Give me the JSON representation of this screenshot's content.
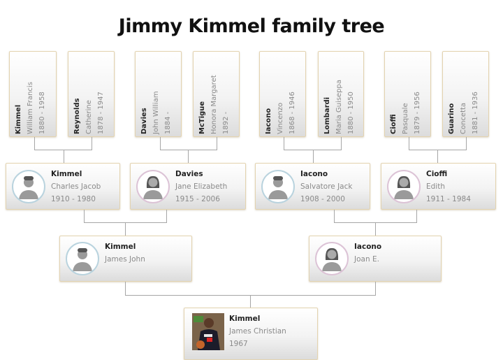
{
  "title": "Jimmy Kimmel family tree",
  "colors": {
    "card_border": "#e3d3b0",
    "connector": "#a6a6a6",
    "male_ring": "#b9d3de",
    "female_ring": "#dcc3d6"
  },
  "generation_great_grandparents": [
    {
      "surname": "Kimmel",
      "given": "William Francis",
      "years": "1880 - 1958"
    },
    {
      "surname": "Reynolds",
      "given": "Catherine",
      "years": "1878 - 1947"
    },
    {
      "surname": "Davies",
      "given": "John William",
      "years": "1884 -"
    },
    {
      "surname": "McTigue",
      "given": "Honora Margaret",
      "years": "1892 -"
    },
    {
      "surname": "Iacono",
      "given": "Vincenzo",
      "years": "1868 - 1946"
    },
    {
      "surname": "Lombardi",
      "given": "Maria Guiseppa",
      "years": "1880 - 1950"
    },
    {
      "surname": "Cioffi",
      "given": "Pasquale",
      "years": "1879 - 1956"
    },
    {
      "surname": "Guarino",
      "given": "Concetta",
      "years": "1881 - 1936"
    }
  ],
  "generation_grandparents": [
    {
      "surname": "Kimmel",
      "given": "Charles Jacob",
      "years": "1910 - 1980",
      "avatar": "male-avatar-icon"
    },
    {
      "surname": "Davies",
      "given": "Jane Elizabeth",
      "years": "1915 - 2006",
      "avatar": "female-avatar-icon"
    },
    {
      "surname": "Iacono",
      "given": "Salvatore Jack",
      "years": "1908 - 2000",
      "avatar": "male-avatar-icon"
    },
    {
      "surname": "Cioffi",
      "given": "Edith",
      "years": "1911 - 1984",
      "avatar": "female-avatar-icon"
    }
  ],
  "generation_parents": [
    {
      "surname": "Kimmel",
      "given": "James John",
      "avatar": "male-avatar-icon"
    },
    {
      "surname": "Iacono",
      "given": "Joan E.",
      "avatar": "female-avatar-icon"
    }
  ],
  "subject": {
    "surname": "Kimmel",
    "given": "James Christian",
    "years": "1967",
    "avatar": "photo"
  }
}
